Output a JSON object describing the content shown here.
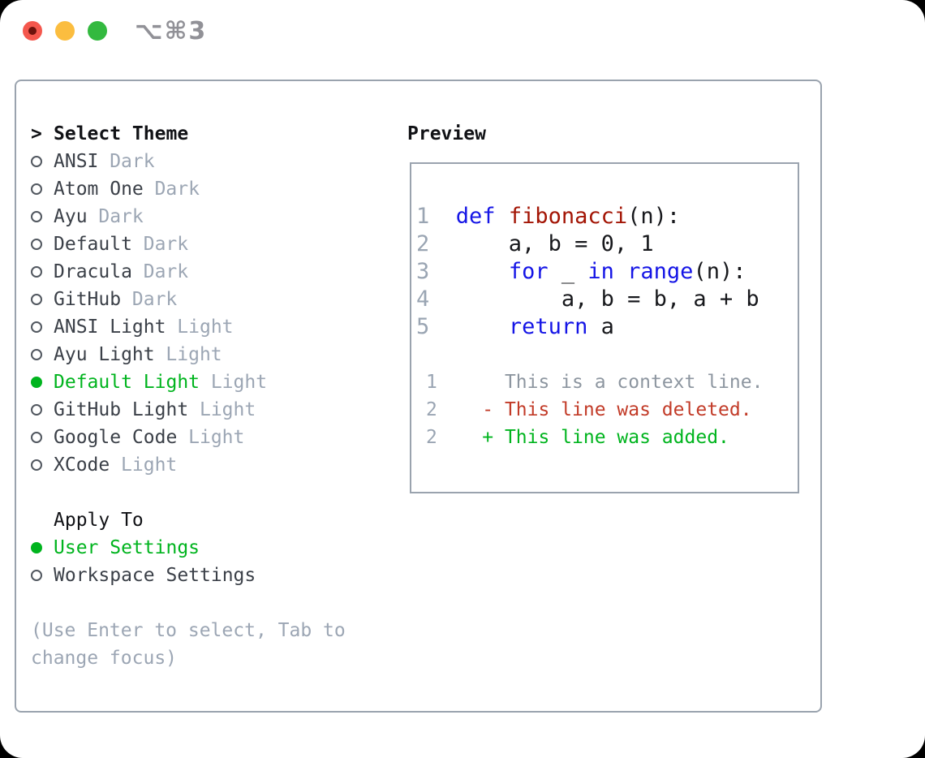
{
  "titlebar": {
    "shortcut": "⌥⌘3"
  },
  "left": {
    "title_prefix": ">",
    "title": "Select Theme",
    "themes": [
      {
        "name": "ANSI",
        "variant": "Dark",
        "selected": false
      },
      {
        "name": "Atom One",
        "variant": "Dark",
        "selected": false
      },
      {
        "name": "Ayu",
        "variant": "Dark",
        "selected": false
      },
      {
        "name": "Default",
        "variant": "Dark",
        "selected": false
      },
      {
        "name": "Dracula",
        "variant": "Dark",
        "selected": false
      },
      {
        "name": "GitHub",
        "variant": "Dark",
        "selected": false
      },
      {
        "name": "ANSI Light",
        "variant": "Light",
        "selected": false
      },
      {
        "name": "Ayu Light",
        "variant": "Light",
        "selected": false
      },
      {
        "name": "Default Light",
        "variant": "Light",
        "selected": true
      },
      {
        "name": "GitHub Light",
        "variant": "Light",
        "selected": false
      },
      {
        "name": "Google Code",
        "variant": "Light",
        "selected": false
      },
      {
        "name": "XCode",
        "variant": "Light",
        "selected": false
      }
    ],
    "apply_to": {
      "title": "Apply To",
      "options": [
        {
          "label": "User Settings",
          "selected": true
        },
        {
          "label": "Workspace Settings",
          "selected": false
        }
      ]
    },
    "hint_line1": "(Use Enter to select, Tab to",
    "hint_line2": "change focus)"
  },
  "preview": {
    "title": "Preview",
    "code_lines": [
      {
        "num": "1",
        "segments": [
          {
            "text": "def",
            "style": "kw"
          },
          {
            "text": " ",
            "style": "code"
          },
          {
            "text": "fibonacci",
            "style": "fn"
          },
          {
            "text": "(n):",
            "style": "code"
          }
        ]
      },
      {
        "num": "2",
        "segments": [
          {
            "text": "    a, b = 0, 1",
            "style": "code"
          }
        ]
      },
      {
        "num": "3",
        "segments": [
          {
            "text": "    ",
            "style": "code"
          },
          {
            "text": "for",
            "style": "kw"
          },
          {
            "text": " _ ",
            "style": "code"
          },
          {
            "text": "in",
            "style": "kw"
          },
          {
            "text": " ",
            "style": "code"
          },
          {
            "text": "range",
            "style": "kw"
          },
          {
            "text": "(n):",
            "style": "code"
          }
        ]
      },
      {
        "num": "4",
        "segments": [
          {
            "text": "        a, b = b, a + b",
            "style": "code"
          }
        ]
      },
      {
        "num": "5",
        "segments": [
          {
            "text": "    ",
            "style": "code"
          },
          {
            "text": "return",
            "style": "kw"
          },
          {
            "text": " a",
            "style": "code"
          }
        ]
      }
    ],
    "diff_lines": [
      {
        "num": "1",
        "text": "      This is a context line.",
        "style": "ctx"
      },
      {
        "num": "2",
        "text": "    - This line was deleted.",
        "style": "del"
      },
      {
        "num": "2",
        "text": "    + This line was added.",
        "style": "add"
      }
    ]
  },
  "colors": {
    "accent_green": "#00b41e",
    "keyword_blue": "#1515e6",
    "function_red": "#a31505",
    "deleted_red": "#c23b28",
    "context_gray": "#8d96a0",
    "muted_gray": "#9ca6b4",
    "line_number_gray": "#9aa5b3",
    "border_gray": "#9aa3ae",
    "text_dark": "#17181c",
    "traffic_red": "#f4574d",
    "traffic_yellow": "#fbbd3f",
    "traffic_green": "#33b93f"
  }
}
